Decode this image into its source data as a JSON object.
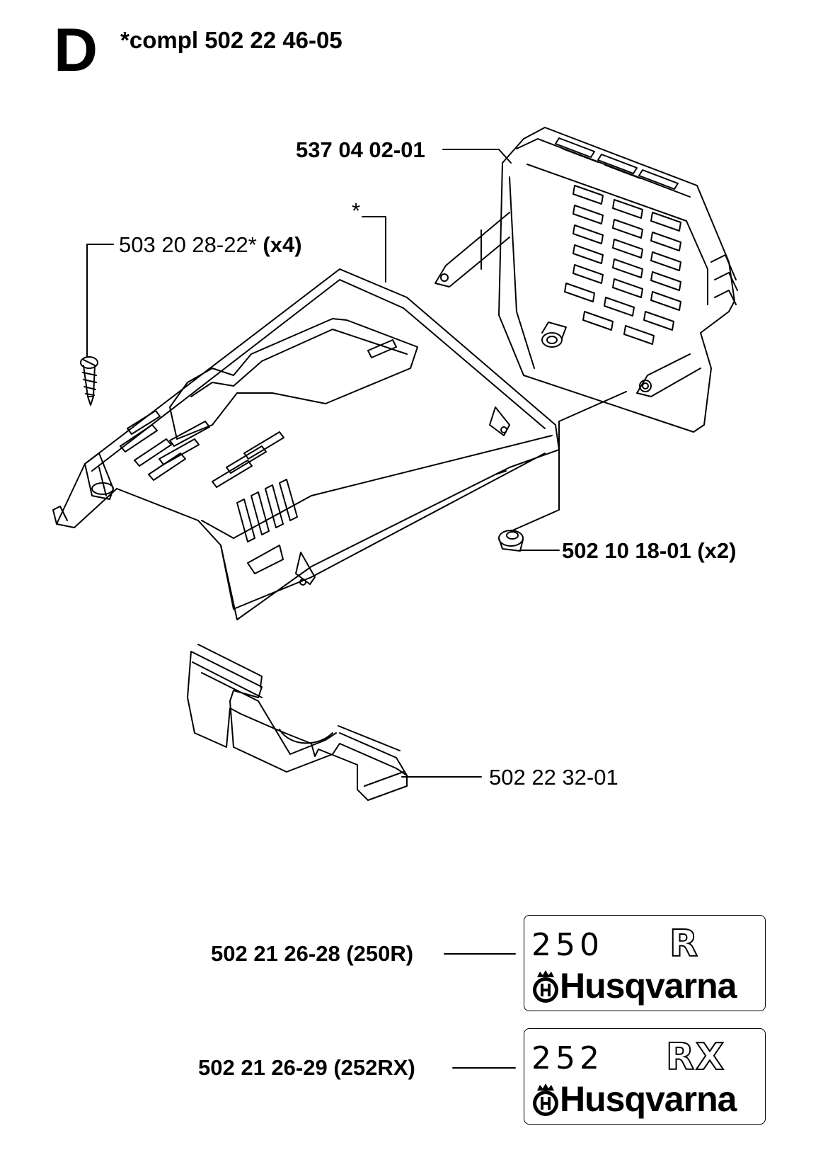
{
  "header": {
    "section_letter": "D",
    "kit_title": "*compl 502 22 46-05"
  },
  "parts": {
    "air_filter_housing": {
      "part_number": "537 04 02-01"
    },
    "cover_marker": {
      "text": "*"
    },
    "screw": {
      "part_number": "503 20 28-22*",
      "quantity": "(x4)"
    },
    "bushing": {
      "part_number": "502 10 18-01",
      "quantity": "(x2)"
    },
    "bottom_plate": {
      "part_number": "502 22 32-01"
    },
    "decal_250r": {
      "part_number": "502 21 26-28 (250R)",
      "model": "250",
      "suffix": "R",
      "brand": "Husqvarna"
    },
    "decal_252rx": {
      "part_number": "502 21 26-29 (252RX)",
      "model": "252",
      "suffix": "RX",
      "brand": "Husqvarna"
    }
  },
  "icons": {
    "brand_logo": "husqvarna-crown-h-icon"
  }
}
